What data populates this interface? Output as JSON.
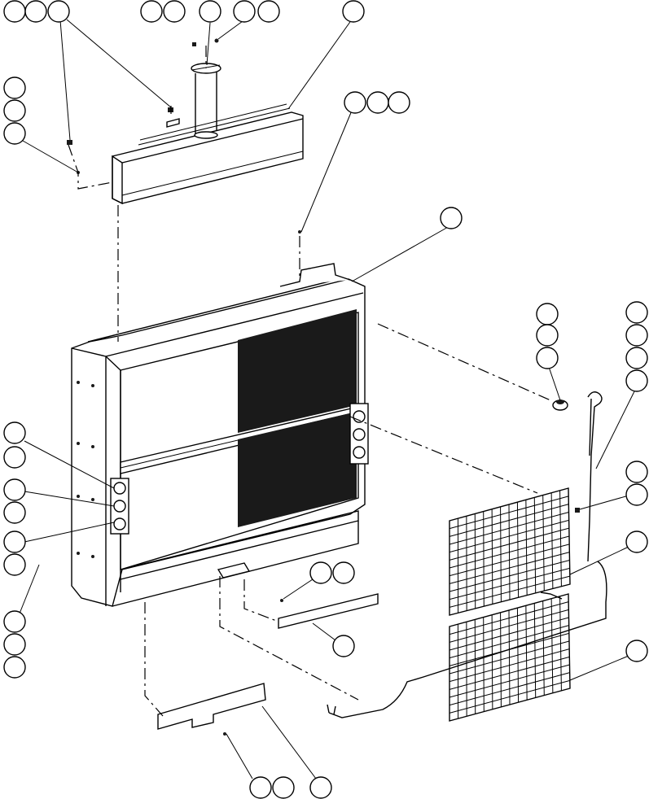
{
  "figure": {
    "kind": "exploded parts diagram",
    "line_color": "#000000",
    "background": "#ffffff",
    "callout_balloons_labeled": false
  },
  "parts": [
    {
      "id": "top-duct",
      "icon": "box-duct-icon"
    },
    {
      "id": "main-frame",
      "icon": "radiator-frame-icon"
    },
    {
      "id": "upper-screen",
      "icon": "grille-icon"
    },
    {
      "id": "lower-screen",
      "icon": "grille-icon"
    },
    {
      "id": "wire-harness",
      "icon": "cable-icon"
    },
    {
      "id": "bottom-plate-left",
      "icon": "plate-icon"
    },
    {
      "id": "bottom-plate-right",
      "icon": "plate-icon"
    },
    {
      "id": "pressure-cap",
      "icon": "cap-icon"
    },
    {
      "id": "filler-tube",
      "icon": "tube-icon"
    }
  ]
}
